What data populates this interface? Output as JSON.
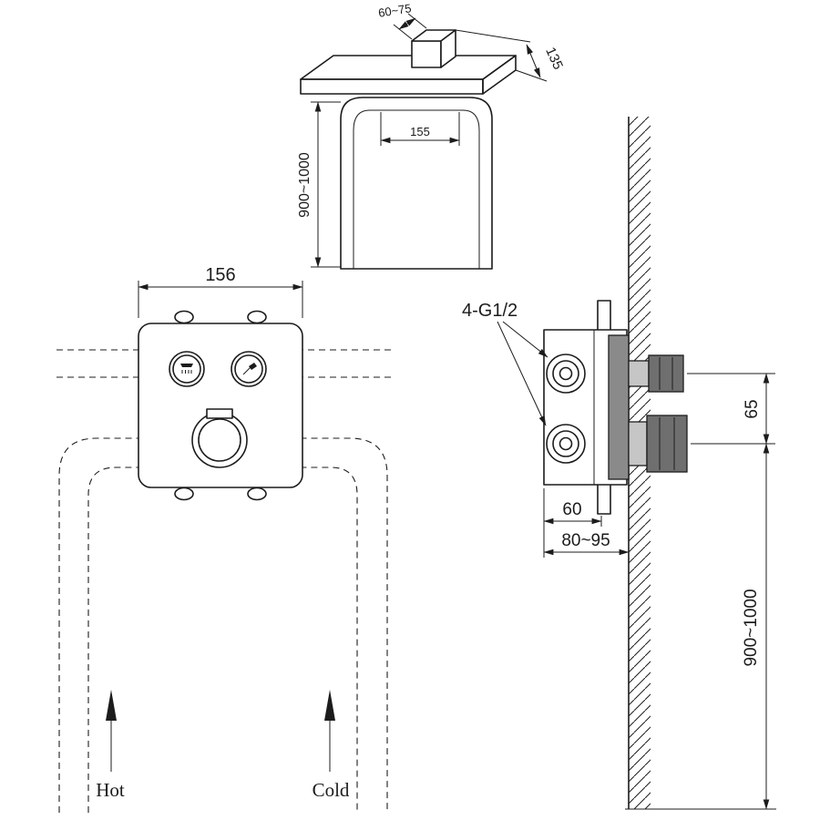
{
  "colors": {
    "line": "#1c1c1c",
    "background": "#ffffff",
    "handle": "#6f6f6f",
    "handle_stem": "#c6c6c6",
    "trim_plate": "#8a8a8a"
  },
  "section_view": {
    "pipe_depth": "60~75",
    "depth": "135",
    "opening_width": "155",
    "mount_height": "900~1000"
  },
  "front_view": {
    "plate_width": "156",
    "hot_label": "Hot",
    "cold_label": "Cold",
    "button1_icon": "shower-head-icon",
    "button2_icon": "hand-shower-icon"
  },
  "side_view": {
    "thread_spec": "4-G1/2",
    "outlet_spacing": "65",
    "body_depth": "60",
    "embed_depth": "80~95",
    "mount_height": "900~1000"
  }
}
